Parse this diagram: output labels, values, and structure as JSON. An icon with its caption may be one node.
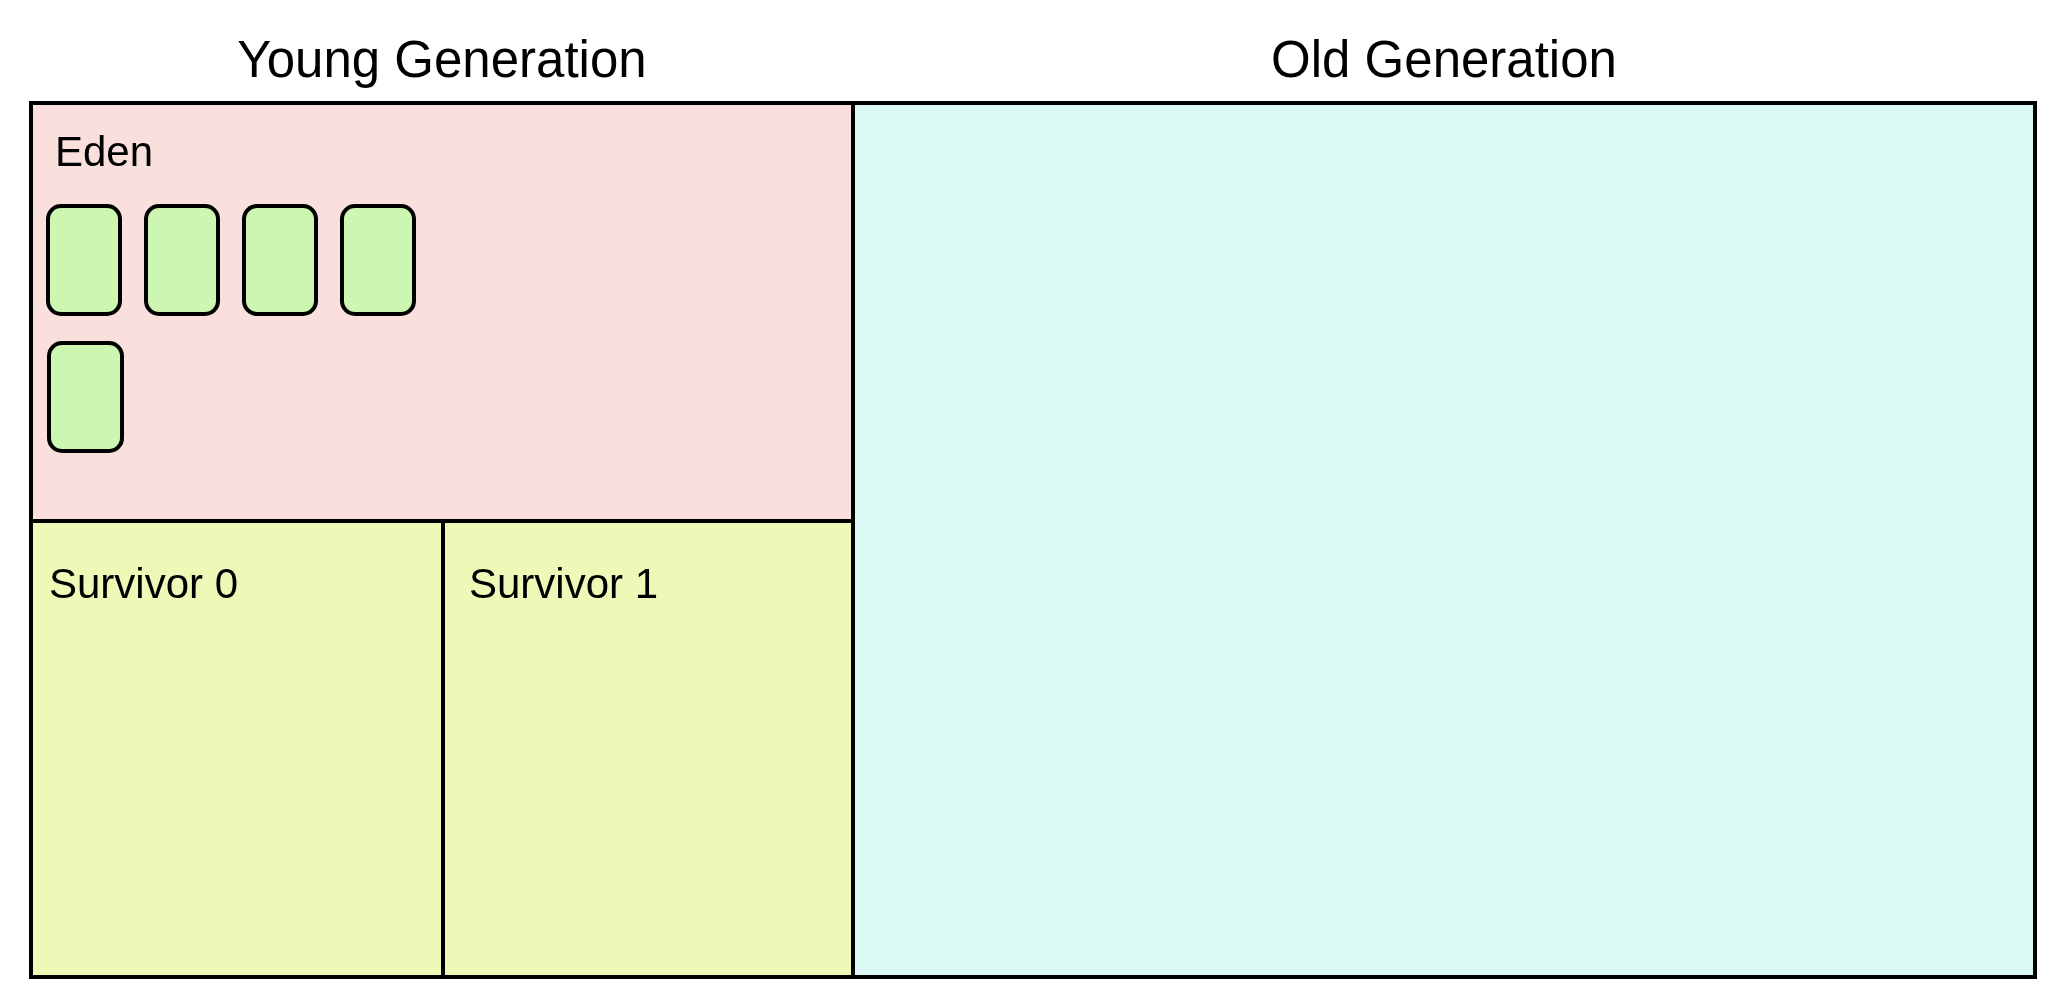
{
  "diagram": {
    "nodes": [
      {
        "text": [
          "Young Generation"
        ]
      },
      {
        "text": [
          "Eden"
        ],
        "in": 0
      },
      {
        "text": [],
        "shape": "box",
        "in": 1
      },
      {
        "text": [],
        "shape": "box",
        "in": 1
      },
      {
        "text": [],
        "shape": "box",
        "in": 1
      },
      {
        "text": [],
        "shape": "box",
        "in": 1
      },
      {
        "text": [],
        "shape": "box",
        "in": 1
      },
      {
        "text": [
          "Survivor 0"
        ],
        "in": 0
      },
      {
        "text": [
          "Survivor 1"
        ],
        "in": 0
      },
      {
        "text": [
          "Old Generation"
        ]
      }
    ]
  }
}
